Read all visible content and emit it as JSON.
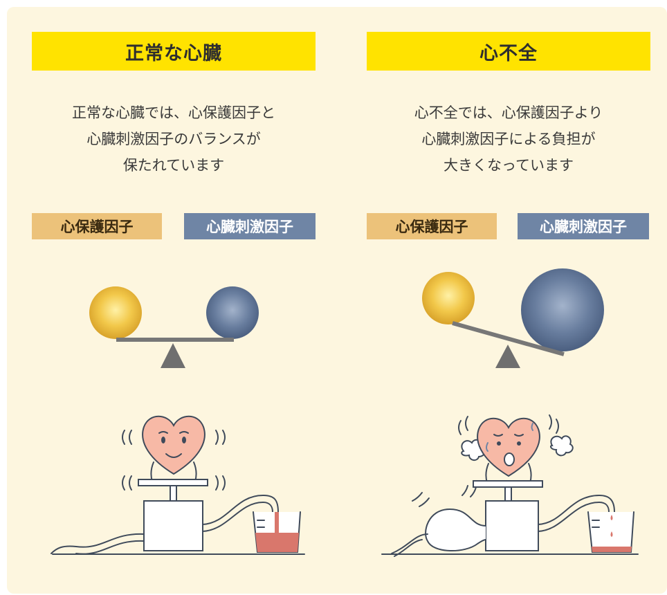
{
  "left": {
    "title": "正常な心臓",
    "description": [
      "正常な心臓では、心保護因子と",
      "心臓刺激因子のバランスが",
      "保たれています"
    ],
    "tag_protective": "心保護因子",
    "tag_stimulating": "心臓刺激因子",
    "balance_state": "balanced"
  },
  "right": {
    "title": "心不全",
    "description": [
      "心不全では、心保護因子より",
      "心臓刺激因子による負担が",
      "大きくなっています"
    ],
    "tag_protective": "心保護因子",
    "tag_stimulating": "心臓刺激因子",
    "balance_state": "tilted-to-stimulating"
  },
  "colors": {
    "panel_bg": "#fdf6df",
    "title_band": "#ffe300",
    "protective": "#ecc27a",
    "stimulating": "#6f85a5",
    "heart": "#f7b9a6",
    "blood": "#d9776c"
  },
  "icons": [
    "gold-ball-icon",
    "blue-ball-icon",
    "balance-seesaw-icon",
    "heart-character-icon",
    "pump-icon",
    "beaker-icon"
  ]
}
